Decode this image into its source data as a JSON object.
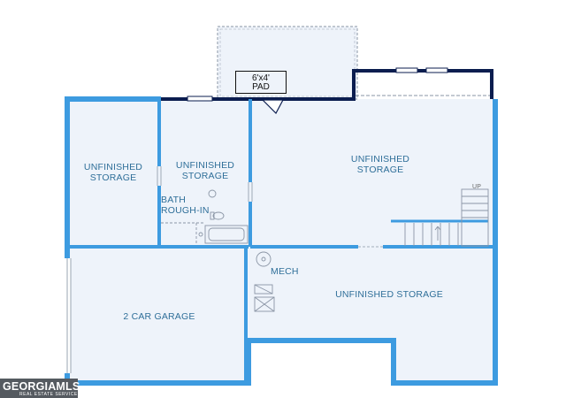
{
  "rooms": {
    "storage_left": "UNFINISHED\nSTORAGE",
    "storage_center": "UNFINISHED\nSTORAGE",
    "storage_right": "UNFINISHED\nSTORAGE",
    "bath": "BATH\nROUGH-IN",
    "garage": "2 CAR GARAGE",
    "mech": "MECH",
    "storage_bottom": "UNFINISHED STORAGE"
  },
  "pad": {
    "label": "6'x4'\nPAD"
  },
  "stairs": {
    "label": "UP"
  },
  "watermark": {
    "brand": "GEORGIAMLS",
    "tagline": "REAL ESTATE SERVICES"
  },
  "colors": {
    "wall": "#3d9be0",
    "floor": "#eef3fa",
    "exterior_wall": "#0b1d4f",
    "dashed": "#8a95a5"
  }
}
